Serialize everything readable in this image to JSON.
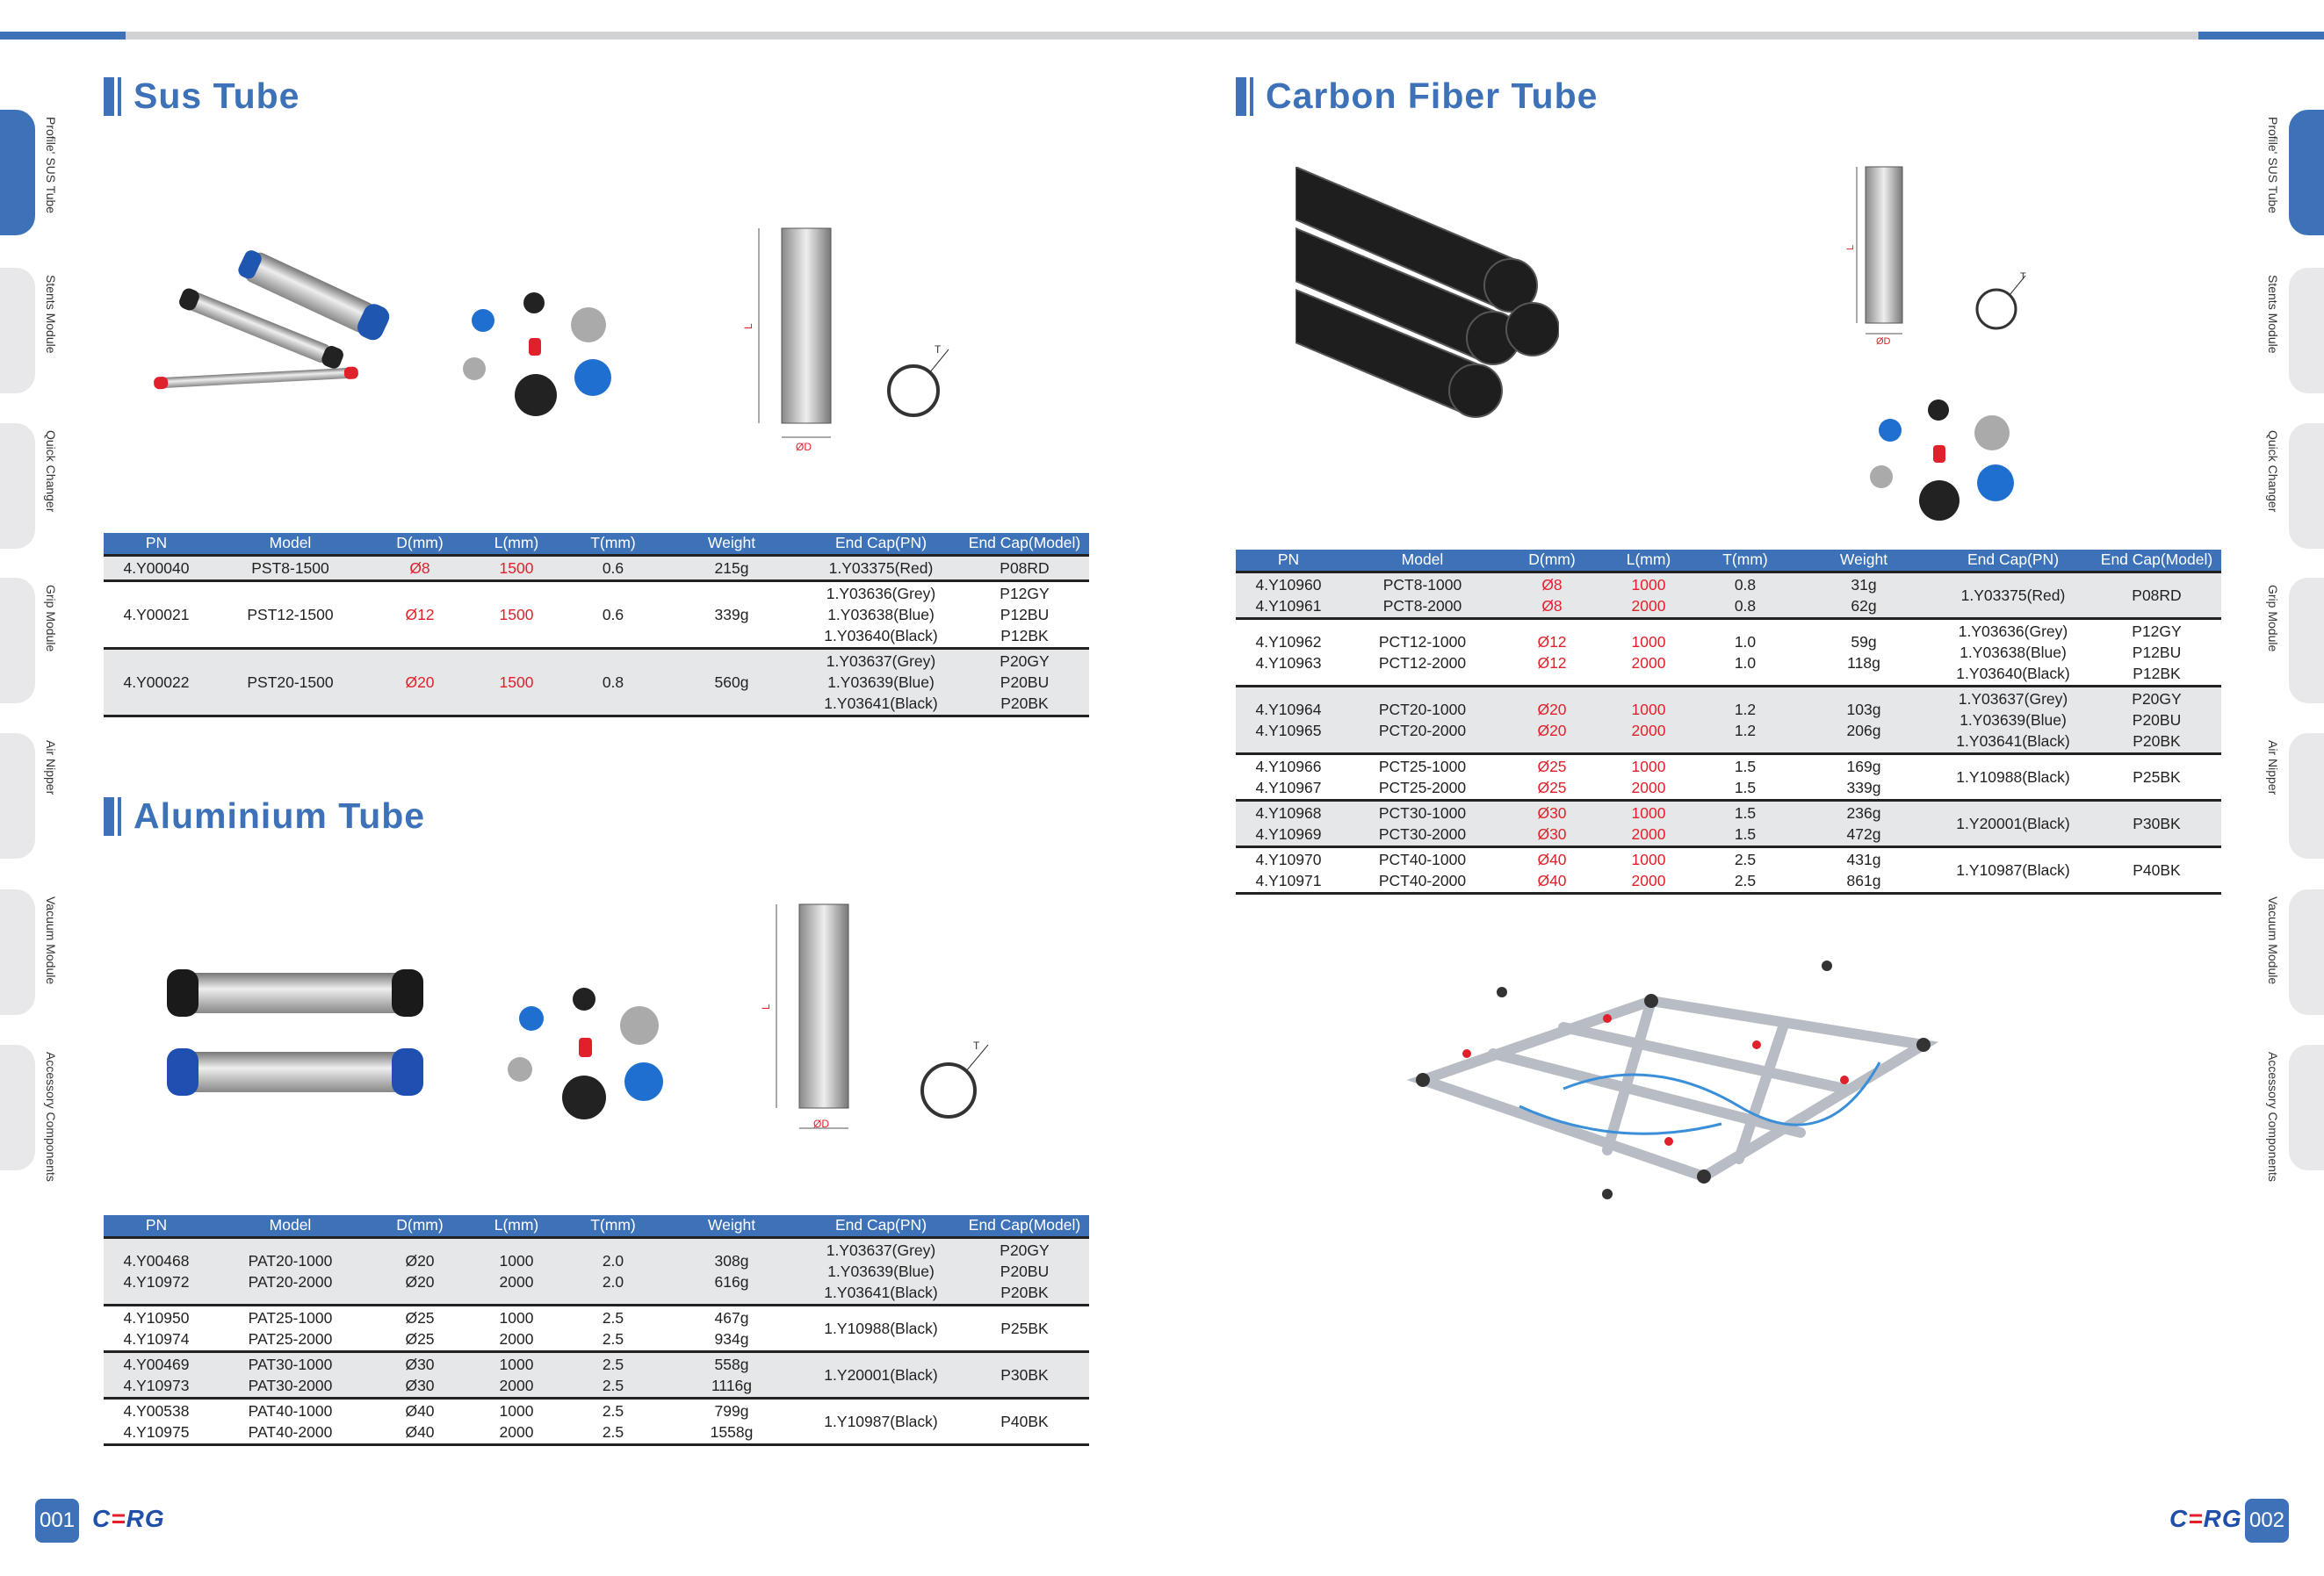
{
  "side_tabs": [
    "Profile' SUS  Tube",
    "Stents Module",
    "Quick Changer",
    "Grip Module",
    "Air Nipper",
    "Vacuum Module",
    "Accessory Components"
  ],
  "columns": [
    "PN",
    "Model",
    "D(mm)",
    "L(mm)",
    "T(mm)",
    "Weight",
    "End Cap(PN)",
    "End Cap(Model)"
  ],
  "sus": {
    "title": "Sus Tube",
    "groups": [
      {
        "shade": true,
        "cells": [
          [
            "4.Y00040"
          ],
          [
            "PST8-1500"
          ],
          [
            "Ø8"
          ],
          [
            "1500"
          ],
          [
            "0.6"
          ],
          [
            "215g"
          ],
          [
            "1.Y03375(Red)"
          ],
          [
            "P08RD"
          ]
        ]
      },
      {
        "shade": false,
        "cells": [
          [
            "4.Y00021"
          ],
          [
            "PST12-1500"
          ],
          [
            "Ø12"
          ],
          [
            "1500"
          ],
          [
            "0.6"
          ],
          [
            "339g"
          ],
          [
            "1.Y03636(Grey)",
            "1.Y03638(Blue)",
            "1.Y03640(Black)"
          ],
          [
            "P12GY",
            "P12BU",
            "P12BK"
          ]
        ]
      },
      {
        "shade": true,
        "cells": [
          [
            "4.Y00022"
          ],
          [
            "PST20-1500"
          ],
          [
            "Ø20"
          ],
          [
            "1500"
          ],
          [
            "0.8"
          ],
          [
            "560g"
          ],
          [
            "1.Y03637(Grey)",
            "1.Y03639(Blue)",
            "1.Y03641(Black)"
          ],
          [
            "P20GY",
            "P20BU",
            "P20BK"
          ]
        ]
      }
    ]
  },
  "aluminium": {
    "title": "Aluminium Tube",
    "groups": [
      {
        "shade": true,
        "cells": [
          [
            "4.Y00468",
            "4.Y10972"
          ],
          [
            "PAT20-1000",
            "PAT20-2000"
          ],
          [
            "Ø20",
            "Ø20"
          ],
          [
            "1000",
            "2000"
          ],
          [
            "2.0",
            "2.0"
          ],
          [
            "308g",
            "616g"
          ],
          [
            "1.Y03637(Grey)",
            "1.Y03639(Blue)",
            "1.Y03641(Black)"
          ],
          [
            "P20GY",
            "P20BU",
            "P20BK"
          ]
        ]
      },
      {
        "shade": false,
        "cells": [
          [
            "4.Y10950",
            "4.Y10974"
          ],
          [
            "PAT25-1000",
            "PAT25-2000"
          ],
          [
            "Ø25",
            "Ø25"
          ],
          [
            "1000",
            "2000"
          ],
          [
            "2.5",
            "2.5"
          ],
          [
            "467g",
            "934g"
          ],
          [
            "1.Y10988(Black)"
          ],
          [
            "P25BK"
          ]
        ]
      },
      {
        "shade": true,
        "cells": [
          [
            "4.Y00469",
            "4.Y10973"
          ],
          [
            "PAT30-1000",
            "PAT30-2000"
          ],
          [
            "Ø30",
            "Ø30"
          ],
          [
            "1000",
            "2000"
          ],
          [
            "2.5",
            "2.5"
          ],
          [
            "558g",
            "1116g"
          ],
          [
            "1.Y20001(Black)"
          ],
          [
            "P30BK"
          ]
        ]
      },
      {
        "shade": false,
        "cells": [
          [
            "4.Y00538",
            "4.Y10975"
          ],
          [
            "PAT40-1000",
            "PAT40-2000"
          ],
          [
            "Ø40",
            "Ø40"
          ],
          [
            "1000",
            "2000"
          ],
          [
            "2.5",
            "2.5"
          ],
          [
            "799g",
            "1558g"
          ],
          [
            "1.Y10987(Black)"
          ],
          [
            "P40BK"
          ]
        ]
      }
    ]
  },
  "carbon": {
    "title": "Carbon Fiber Tube",
    "groups": [
      {
        "shade": true,
        "cells": [
          [
            "4.Y10960",
            "4.Y10961"
          ],
          [
            "PCT8-1000",
            "PCT8-2000"
          ],
          [
            "Ø8",
            "Ø8"
          ],
          [
            "1000",
            "2000"
          ],
          [
            "0.8",
            "0.8"
          ],
          [
            "31g",
            "62g"
          ],
          [
            "1.Y03375(Red)"
          ],
          [
            "P08RD"
          ]
        ]
      },
      {
        "shade": false,
        "cells": [
          [
            "4.Y10962",
            "4.Y10963"
          ],
          [
            "PCT12-1000",
            "PCT12-2000"
          ],
          [
            "Ø12",
            "Ø12"
          ],
          [
            "1000",
            "2000"
          ],
          [
            "1.0",
            "1.0"
          ],
          [
            "59g",
            "118g"
          ],
          [
            "1.Y03636(Grey)",
            "1.Y03638(Blue)",
            "1.Y03640(Black)"
          ],
          [
            "P12GY",
            "P12BU",
            "P12BK"
          ]
        ]
      },
      {
        "shade": true,
        "cells": [
          [
            "4.Y10964",
            "4.Y10965"
          ],
          [
            "PCT20-1000",
            "PCT20-2000"
          ],
          [
            "Ø20",
            "Ø20"
          ],
          [
            "1000",
            "2000"
          ],
          [
            "1.2",
            "1.2"
          ],
          [
            "103g",
            "206g"
          ],
          [
            "1.Y03637(Grey)",
            "1.Y03639(Blue)",
            "1.Y03641(Black)"
          ],
          [
            "P20GY",
            "P20BU",
            "P20BK"
          ]
        ]
      },
      {
        "shade": false,
        "cells": [
          [
            "4.Y10966",
            "4.Y10967"
          ],
          [
            "PCT25-1000",
            "PCT25-2000"
          ],
          [
            "Ø25",
            "Ø25"
          ],
          [
            "1000",
            "2000"
          ],
          [
            "1.5",
            "1.5"
          ],
          [
            "169g",
            "339g"
          ],
          [
            "1.Y10988(Black)"
          ],
          [
            "P25BK"
          ]
        ]
      },
      {
        "shade": true,
        "cells": [
          [
            "4.Y10968",
            "4.Y10969"
          ],
          [
            "PCT30-1000",
            "PCT30-2000"
          ],
          [
            "Ø30",
            "Ø30"
          ],
          [
            "1000",
            "2000"
          ],
          [
            "1.5",
            "1.5"
          ],
          [
            "236g",
            "472g"
          ],
          [
            "1.Y20001(Black)"
          ],
          [
            "P30BK"
          ]
        ]
      },
      {
        "shade": false,
        "cells": [
          [
            "4.Y10970",
            "4.Y10971"
          ],
          [
            "PCT40-1000",
            "PCT40-2000"
          ],
          [
            "Ø40",
            "Ø40"
          ],
          [
            "1000",
            "2000"
          ],
          [
            "2.5",
            "2.5"
          ],
          [
            "431g",
            "861g"
          ],
          [
            "1.Y10987(Black)"
          ],
          [
            "P40BK"
          ]
        ]
      }
    ]
  },
  "diagram": {
    "length": "L",
    "diameter": "ØD",
    "thickness": "T"
  },
  "footer": {
    "left_page": "001",
    "right_page": "002",
    "logo": "CRG"
  },
  "colors": {
    "brand": "#3d72b9",
    "accent_red": "#e0202a"
  }
}
